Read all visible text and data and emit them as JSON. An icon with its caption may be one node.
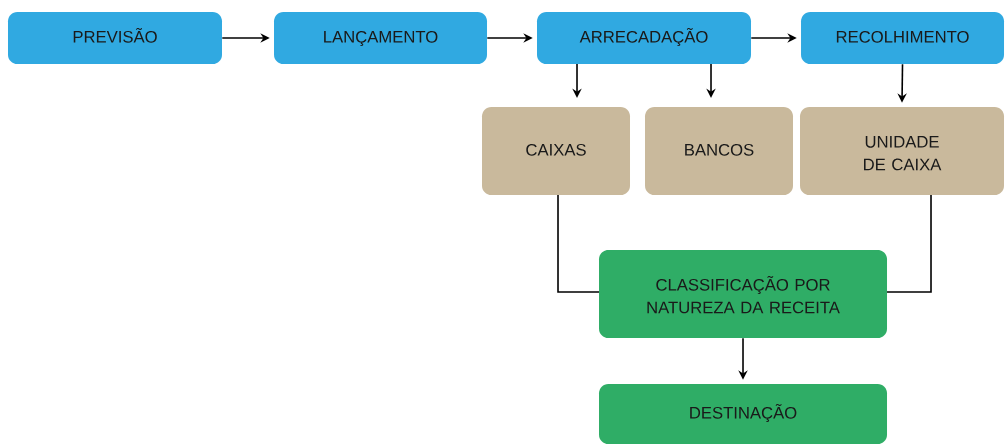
{
  "diagram": {
    "nodes": [
      {
        "text": [
          "PREVISÃO"
        ]
      },
      {
        "text": [
          "LANÇAMENTO"
        ]
      },
      {
        "text": [
          "ARRECADAÇÃO"
        ]
      },
      {
        "text": [
          "RECOLHIMENTO"
        ]
      },
      {
        "text": [
          "CAIXAS"
        ]
      },
      {
        "text": [
          "BANCOS"
        ]
      },
      {
        "text": [
          "UNIDADE DE CAIXA"
        ]
      },
      {
        "text": [
          "CLASSIFICAÇÃO POR NATUREZA DA RECEITA"
        ]
      },
      {
        "text": [
          "DESTINAÇÃO"
        ]
      }
    ],
    "edges": [
      {
        "from": 0,
        "to": 1,
        "arrow": "to"
      },
      {
        "from": 1,
        "to": 2,
        "arrow": "to"
      },
      {
        "from": 2,
        "to": 3,
        "arrow": "to"
      },
      {
        "from": 2,
        "to": 4,
        "arrow": "to"
      },
      {
        "from": 2,
        "to": 5,
        "arrow": "to"
      },
      {
        "from": 3,
        "to": 6,
        "arrow": "to"
      },
      {
        "from": 4,
        "to": 7,
        "arrow": "none"
      },
      {
        "from": 6,
        "to": 7,
        "arrow": "none"
      },
      {
        "from": 7,
        "to": 8,
        "arrow": "to"
      }
    ]
  }
}
